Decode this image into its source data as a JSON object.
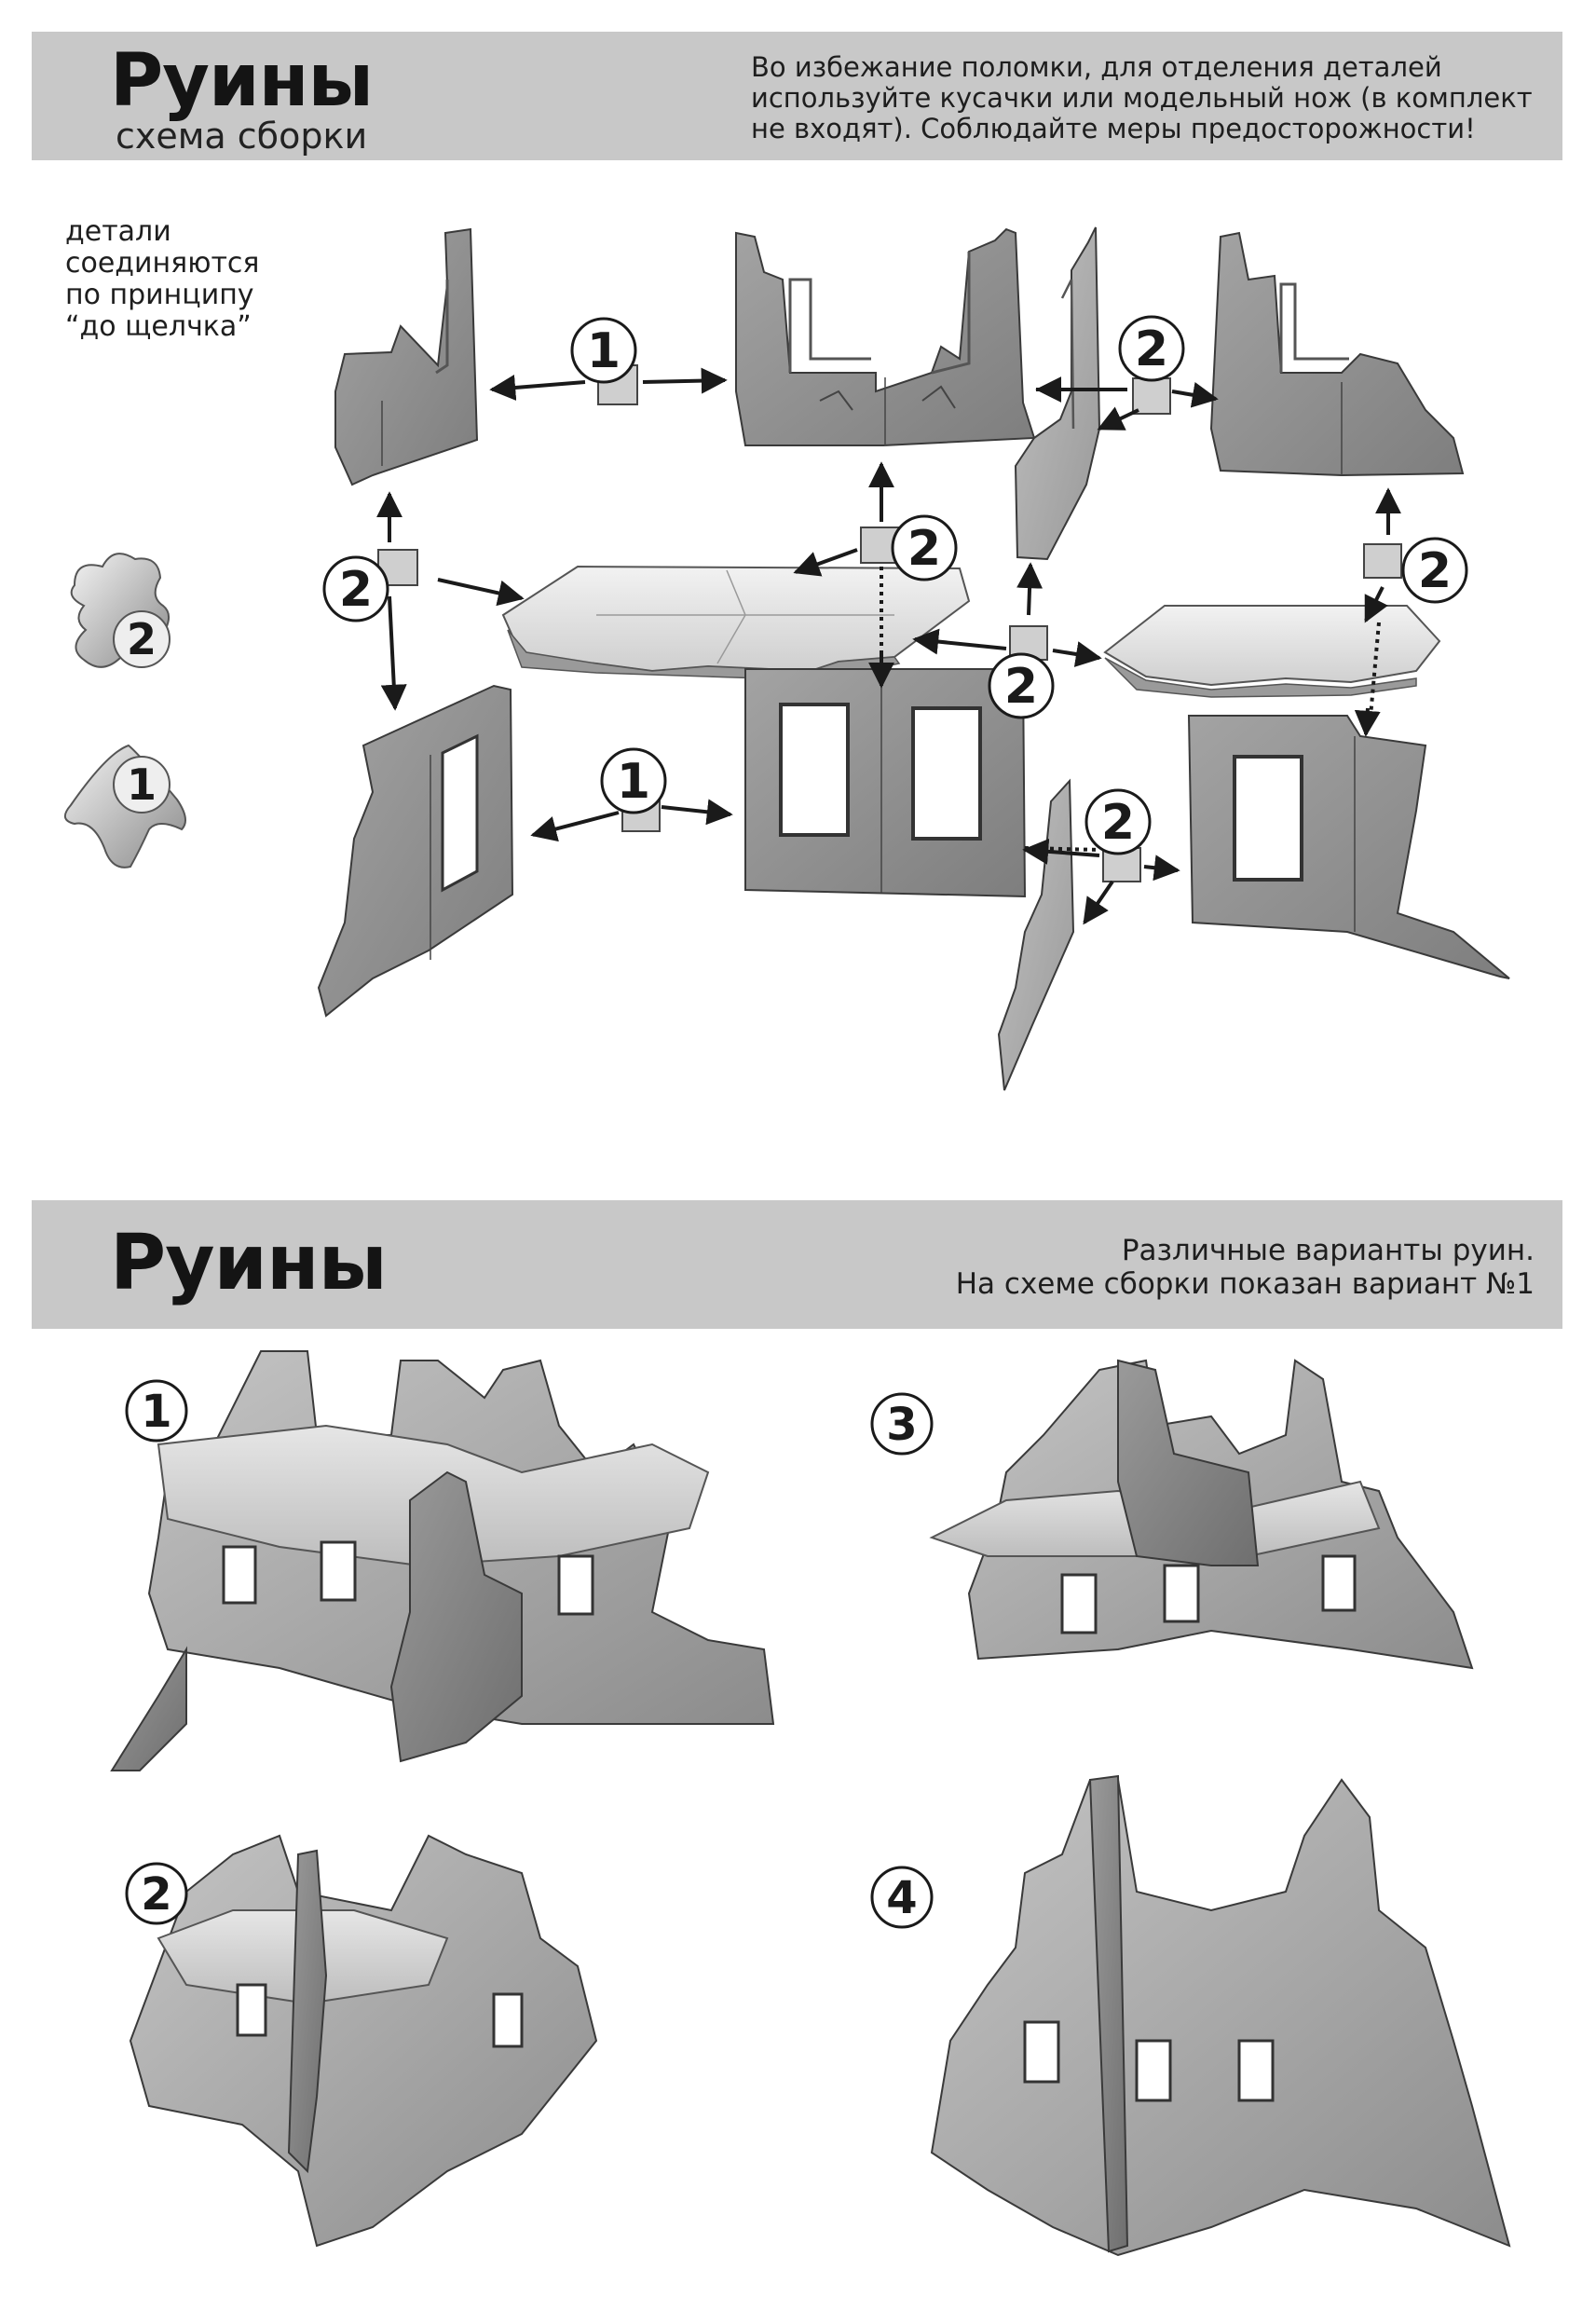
{
  "header": {
    "title": "Руины",
    "subtitle": "схема сборки",
    "warning": "Во избежание поломки, для отделения деталей используйте кусачки или модельный нож (в комплект не входят). Соблюдайте меры предосторожности!"
  },
  "assembly": {
    "note_lines": [
      "детали",
      "соединяются",
      "по принципу",
      "“до щелчка”"
    ],
    "legend": [
      {
        "number": "2",
        "shape": "cross-connector"
      },
      {
        "number": "1",
        "shape": "corner-connector"
      }
    ],
    "connector_labels": {
      "one": "1",
      "two": "2"
    }
  },
  "variants": {
    "title": "Руины",
    "note_line1": "Различные варианты руин.",
    "note_line2": "На схеме сборки показан вариант №1",
    "items": [
      {
        "number": "1"
      },
      {
        "number": "2"
      },
      {
        "number": "3"
      },
      {
        "number": "4"
      }
    ]
  },
  "colors": {
    "banner": "#c8c8c8",
    "wall": "#8f8f8f",
    "wall_light": "#b4b4b4",
    "floor": "#e4e4e4",
    "ink": "#1a1a1a"
  }
}
